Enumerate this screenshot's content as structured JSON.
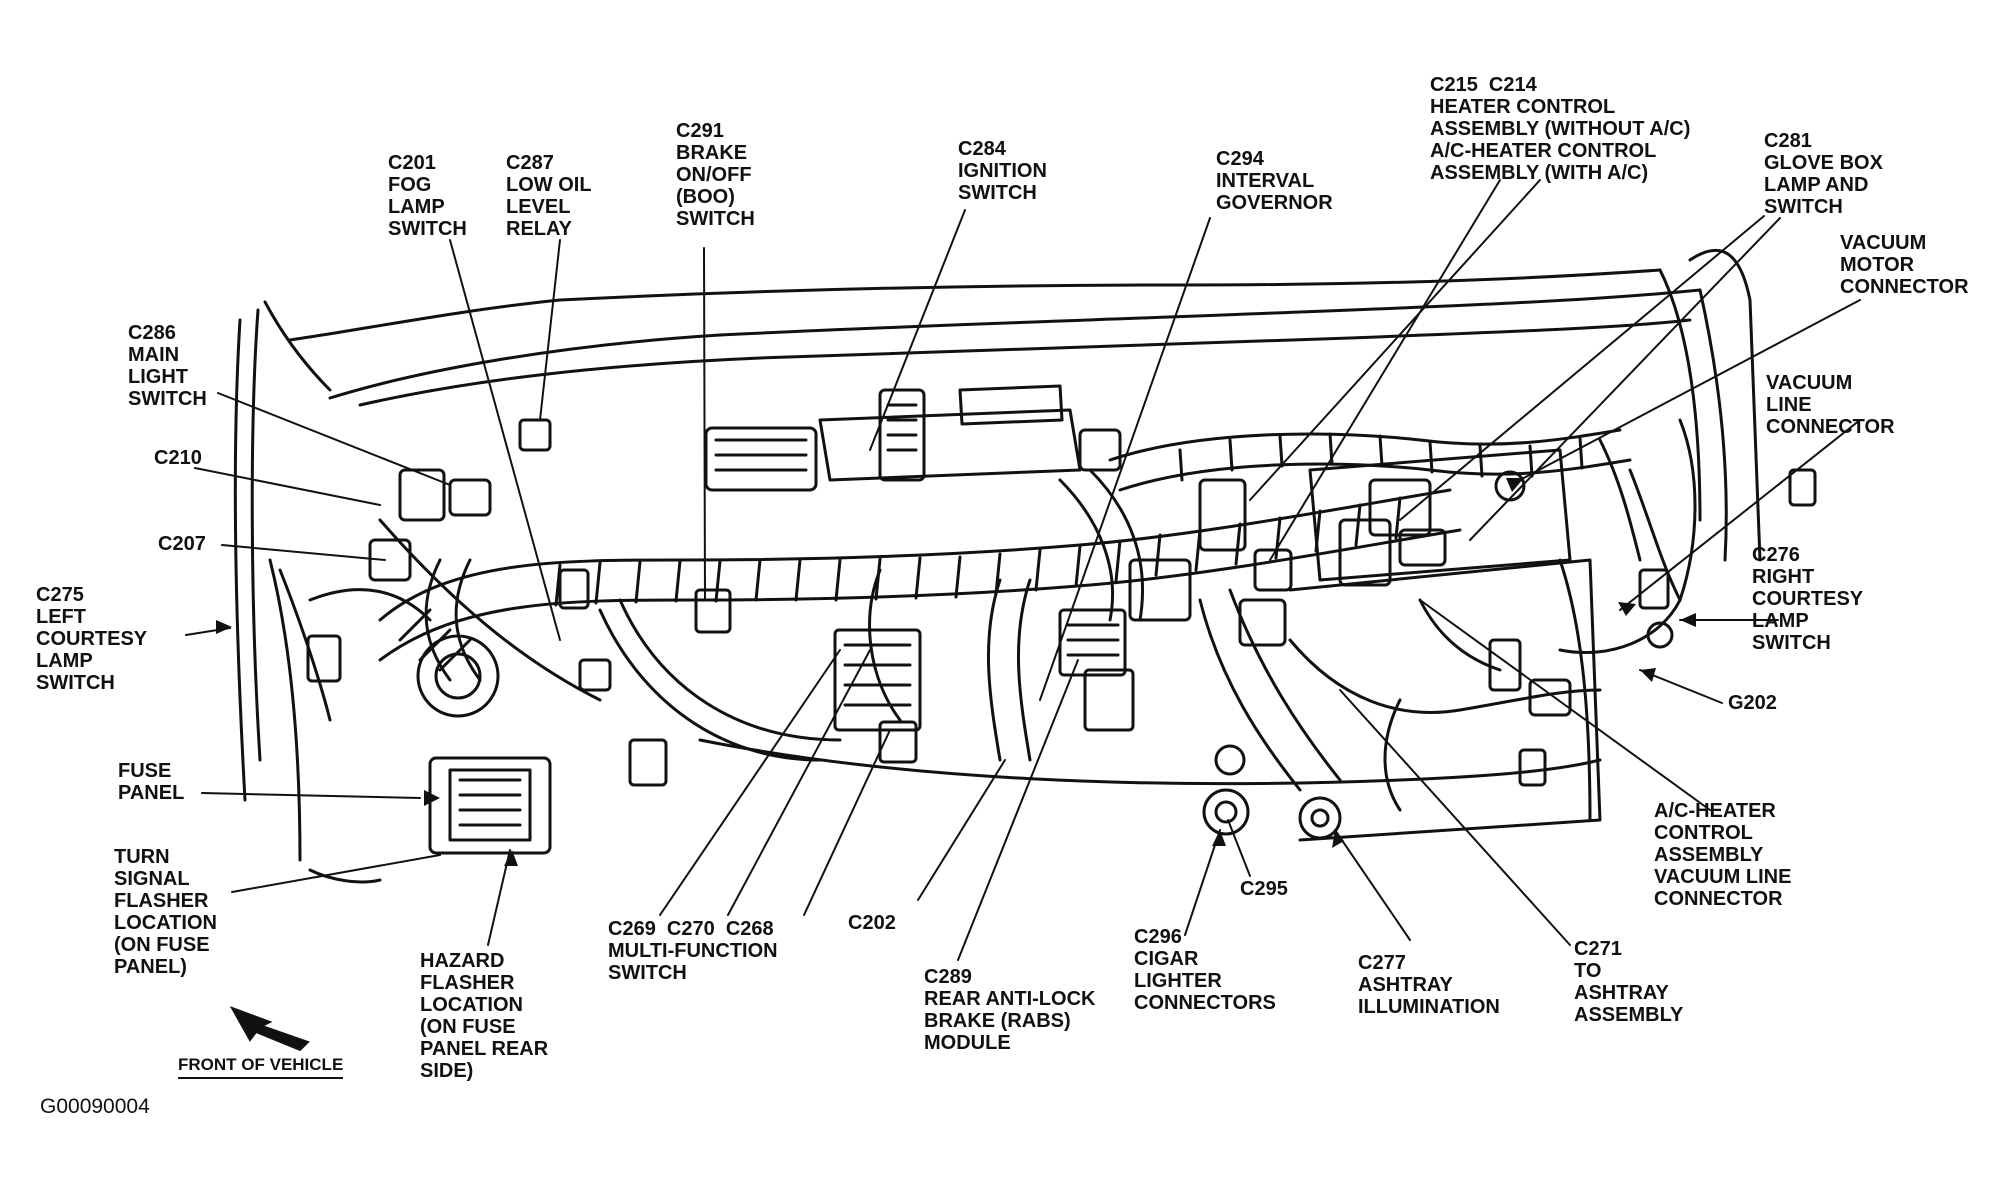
{
  "figure_id": "G00090004",
  "front_of_vehicle": "FRONT OF VEHICLE",
  "callouts": [
    {
      "id": "c201",
      "lines": [
        "C201",
        "FOG",
        "LAMP",
        "SWITCH"
      ]
    },
    {
      "id": "c287",
      "lines": [
        "C287",
        "LOW OIL",
        "LEVEL",
        "RELAY"
      ]
    },
    {
      "id": "c291",
      "lines": [
        "C291",
        "BRAKE",
        "ON/OFF",
        "(BOO)",
        "SWITCH"
      ]
    },
    {
      "id": "c284",
      "lines": [
        "C284",
        "IGNITION",
        "SWITCH"
      ]
    },
    {
      "id": "c294",
      "lines": [
        "C294",
        "INTERVAL",
        "GOVERNOR"
      ]
    },
    {
      "id": "c215",
      "lines": [
        "C215  C214",
        "HEATER CONTROL",
        "ASSEMBLY (WITHOUT A/C)",
        "A/C-HEATER CONTROL",
        "ASSEMBLY (WITH A/C)"
      ]
    },
    {
      "id": "c281",
      "lines": [
        "C281",
        "GLOVE BOX",
        "LAMP AND",
        "SWITCH"
      ]
    },
    {
      "id": "vac-motor",
      "lines": [
        "VACUUM",
        "MOTOR",
        "CONNECTOR"
      ]
    },
    {
      "id": "vac-line",
      "lines": [
        "VACUUM",
        "LINE",
        "CONNECTOR"
      ]
    },
    {
      "id": "c286",
      "lines": [
        "C286",
        "MAIN",
        "LIGHT",
        "SWITCH"
      ]
    },
    {
      "id": "c210",
      "lines": [
        "C210"
      ]
    },
    {
      "id": "c207",
      "lines": [
        "C207"
      ]
    },
    {
      "id": "c275",
      "lines": [
        "C275",
        "LEFT",
        "COURTESY",
        "LAMP",
        "SWITCH"
      ]
    },
    {
      "id": "c276",
      "lines": [
        "C276",
        "RIGHT",
        "COURTESY",
        "LAMP",
        "SWITCH"
      ]
    },
    {
      "id": "g202",
      "lines": [
        "G202"
      ]
    },
    {
      "id": "fuse",
      "lines": [
        "FUSE",
        "PANEL"
      ]
    },
    {
      "id": "turn",
      "lines": [
        "TURN",
        "SIGNAL",
        "FLASHER",
        "LOCATION",
        "(ON FUSE",
        "PANEL)"
      ]
    },
    {
      "id": "hazard",
      "lines": [
        "HAZARD",
        "FLASHER",
        "LOCATION",
        "(ON FUSE",
        "PANEL REAR",
        "SIDE)"
      ]
    },
    {
      "id": "c269",
      "lines": [
        "C269  C270  C268",
        "MULTI-FUNCTION",
        "SWITCH"
      ]
    },
    {
      "id": "c202",
      "lines": [
        "C202"
      ]
    },
    {
      "id": "c289",
      "lines": [
        "C289",
        "REAR ANTI-LOCK",
        "BRAKE (RABS)",
        "MODULE"
      ]
    },
    {
      "id": "c296",
      "lines": [
        "C296",
        "CIGAR",
        "LIGHTER",
        "CONNECTORS"
      ]
    },
    {
      "id": "c295",
      "lines": [
        "C295"
      ]
    },
    {
      "id": "c277",
      "lines": [
        "C277",
        "ASHTRAY",
        "ILLUMINATION"
      ]
    },
    {
      "id": "c271",
      "lines": [
        "C271",
        "TO",
        "ASHTRAY",
        "ASSEMBLY"
      ]
    },
    {
      "id": "acvac",
      "lines": [
        "A/C-HEATER",
        "CONTROL",
        "ASSEMBLY",
        "VACUUM LINE",
        "CONNECTOR"
      ]
    }
  ]
}
